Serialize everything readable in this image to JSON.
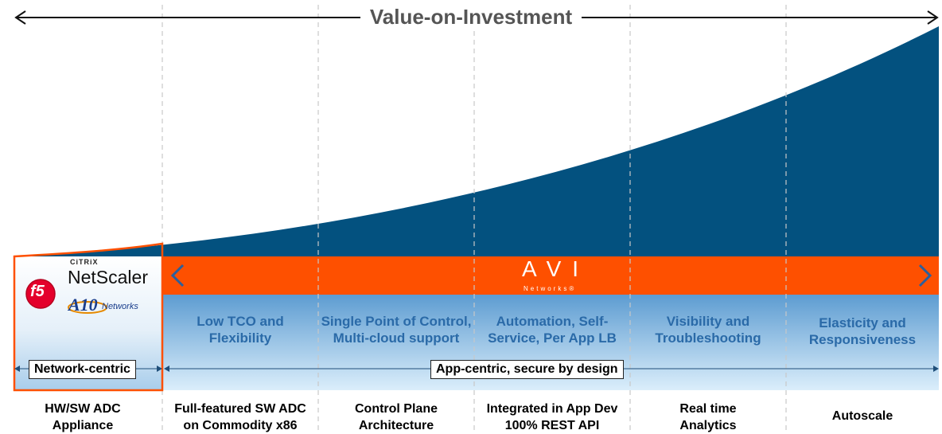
{
  "title": "Value-on-Investment",
  "colors": {
    "curve": "#03517f",
    "orange": "#fe5000",
    "band_top": "#5d9cd1",
    "band_bottom": "#dbeefb",
    "label_blue": "#2a6aa8",
    "divider": "#c8c8c8"
  },
  "legacy": {
    "brand_citrix": "CiTRiX",
    "brand_netscaler": "NetScaler",
    "brand_f5": "f5",
    "brand_a10": "A10",
    "brand_a10_networks": "Networks",
    "tag": "Network-centric"
  },
  "avi": {
    "logo_text": "AVI",
    "logo_sub": "Networks®",
    "left_arrow_icon": "chevron-left-icon",
    "right_arrow_icon": "chevron-right-icon"
  },
  "app_centric_tag": "App-centric, secure by design",
  "columns": [
    {
      "benefit": "",
      "bottom": [
        "HW/SW ADC",
        "Appliance"
      ]
    },
    {
      "benefit": [
        "Low TCO and",
        "Flexibility"
      ],
      "bottom": [
        "Full-featured SW ADC",
        "on Commodity x86"
      ]
    },
    {
      "benefit": [
        "Single Point of Control,",
        "Multi-cloud support"
      ],
      "bottom": [
        "Control Plane",
        "Architecture"
      ]
    },
    {
      "benefit": [
        "Automation, Self-",
        "Service, Per App LB"
      ],
      "bottom": [
        "Integrated in App Dev",
        "100% REST API"
      ]
    },
    {
      "benefit": [
        "Visibility and",
        "Troubleshooting"
      ],
      "bottom": [
        "Real time",
        "Analytics"
      ]
    },
    {
      "benefit": [
        "Elasticity and",
        "Responsiveness"
      ],
      "bottom": [
        "Autoscale"
      ]
    }
  ]
}
